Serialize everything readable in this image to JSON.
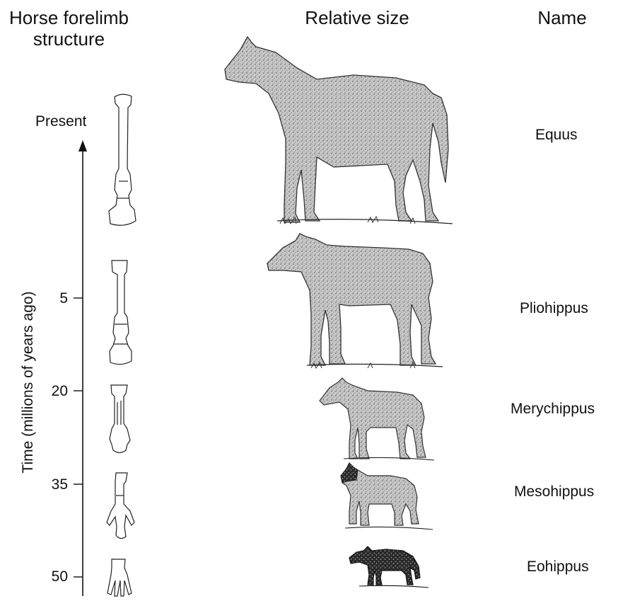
{
  "headers": {
    "structure_line1": "Horse forelimb",
    "structure_line2": "structure",
    "size": "Relative size",
    "name": "Name"
  },
  "axis": {
    "label": "Time (millions of years ago)",
    "present": "Present",
    "ticks": [
      "5",
      "20",
      "35",
      "50"
    ]
  },
  "species": [
    {
      "name": "Equus"
    },
    {
      "name": "Pliohippus"
    },
    {
      "name": "Merychippus"
    },
    {
      "name": "Mesohippus"
    },
    {
      "name": "Eohippus"
    }
  ]
}
